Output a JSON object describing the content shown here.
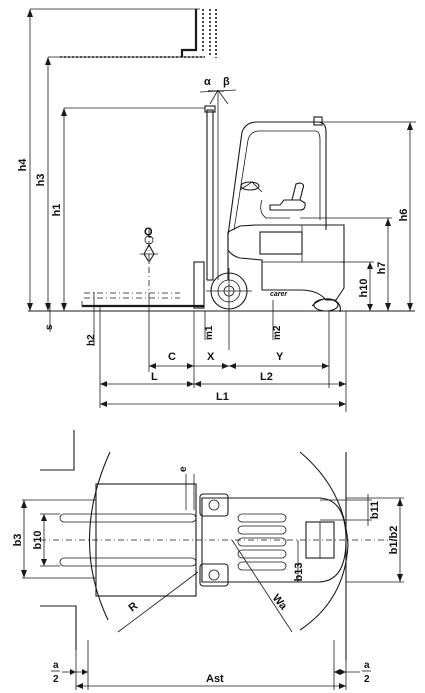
{
  "side_view": {
    "labels": {
      "h4": "h4",
      "h3": "h3",
      "h1": "h1",
      "h6": "h6",
      "h7": "h7",
      "h10": "h10",
      "s": "s",
      "h2": "h2",
      "m1": "m1",
      "m2": "m2",
      "C": "C",
      "X": "X",
      "Y": "Y",
      "L": "L",
      "L2": "L2",
      "L1": "L1",
      "Q": "Q",
      "alpha": "α",
      "beta": "β"
    },
    "brand": "carer"
  },
  "top_view": {
    "labels": {
      "b3": "b3",
      "b10": "b10",
      "b11": "b11",
      "b1b2": "b1/b2",
      "b13": "b13",
      "e": "e",
      "R": "R",
      "Wa": "Wa",
      "Ast": "Ast",
      "a_left_num": "a",
      "a_left_den": "2",
      "a_right_num": "a",
      "a_right_den": "2"
    }
  }
}
